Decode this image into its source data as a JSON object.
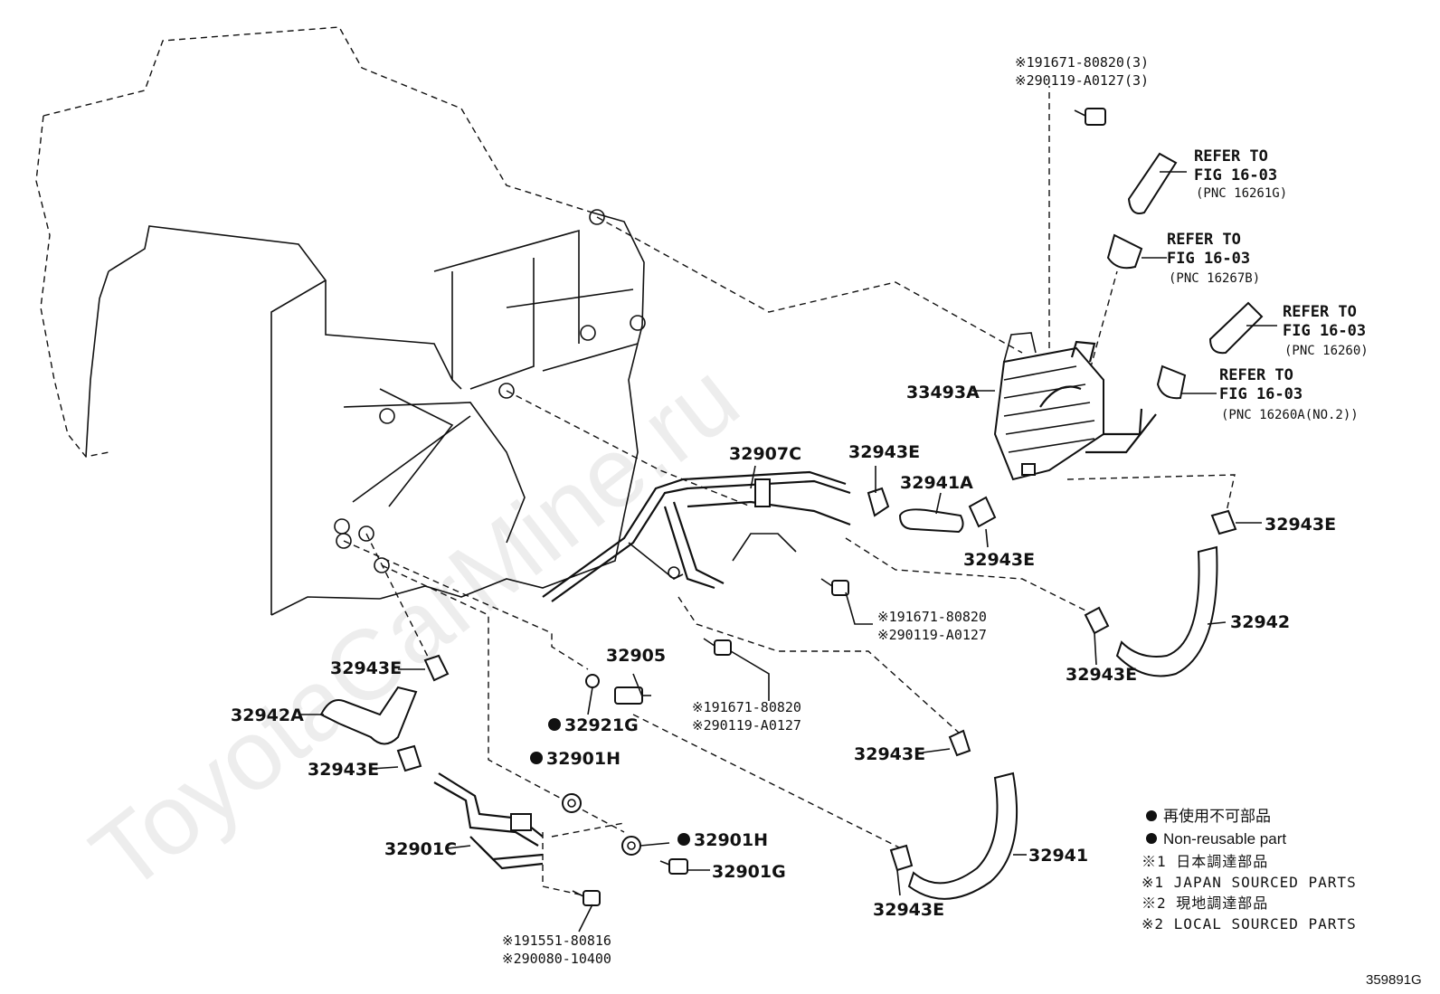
{
  "watermark": "ToyotaCarMine.ru",
  "figure_id": "359891G",
  "callouts": {
    "bolt_top_1": "※191671-80820(3)",
    "bolt_top_2": "※290119-A0127(3)",
    "refer1_a": "REFER TO",
    "refer1_b": "FIG 16-03",
    "refer1_c": "(PNC 16261G)",
    "refer2_a": "REFER TO",
    "refer2_b": "FIG 16-03",
    "refer2_c": "(PNC 16267B)",
    "refer3_a": "REFER TO",
    "refer3_b": "FIG 16-03",
    "refer3_c": "(PNC 16260)",
    "refer4_a": "REFER TO",
    "refer4_b": "FIG 16-03",
    "refer4_c": "(PNC 16260A(NO.2))",
    "p33493A": "33493A",
    "p32907C": "32907C",
    "p32943E_a": "32943E",
    "p32941A": "32941A",
    "p32943E_b": "32943E",
    "p32943E_c": "32943E",
    "p32942": "32942",
    "p32943E_d": "32943E",
    "bolt_mid_1": "※191671-80820",
    "bolt_mid_2": "※290119-A0127",
    "p32943E_e": "32943E",
    "p32905": "32905",
    "p32942A": "32942A",
    "bolt_low_1": "※191671-80820",
    "bolt_low_2": "※290119-A0127",
    "p32921G": "32921G",
    "p32943E_f": "32943E",
    "p32901H_a": "32901H",
    "p32943E_g": "32943E",
    "p32901C": "32901C",
    "p32901H_b": "32901H",
    "p32901G": "32901G",
    "p32941": "32941",
    "p32943E_h": "32943E",
    "bolt_bot_1": "※191551-80816",
    "bolt_bot_2": "※290080-10400"
  },
  "legend": {
    "line1": "再使用不可部品",
    "line2": "Non-reusable part",
    "line3": "※1 日本調達部品",
    "line4": "※1 JAPAN SOURCED PARTS",
    "line5": "※2 現地調達部品",
    "line6": "※2 LOCAL SOURCED PARTS"
  }
}
